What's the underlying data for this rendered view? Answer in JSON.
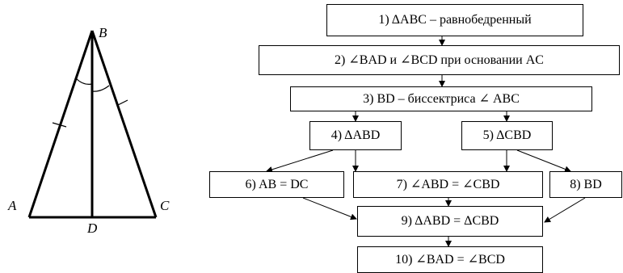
{
  "triangle": {
    "vertices": {
      "A": "A",
      "B": "B",
      "C": "C",
      "D": "D"
    }
  },
  "flowchart": {
    "steps": [
      {
        "id": 1,
        "text": "1) ΔABC – равнобедренный"
      },
      {
        "id": 2,
        "text": "2) ∠BAD и ∠BCD при основании AC"
      },
      {
        "id": 3,
        "text": "3) BD – биссектриса ∠ ABC"
      },
      {
        "id": 4,
        "text": "4) ΔABD"
      },
      {
        "id": 5,
        "text": "5) ΔCBD"
      },
      {
        "id": 6,
        "text": "6) AB = DC"
      },
      {
        "id": 7,
        "text": "7) ∠ABD = ∠CBD"
      },
      {
        "id": 8,
        "text": "8) BD"
      },
      {
        "id": 9,
        "text": "9) ΔABD = ΔCBD"
      },
      {
        "id": 10,
        "text": "10) ∠BAD = ∠BCD"
      }
    ]
  }
}
